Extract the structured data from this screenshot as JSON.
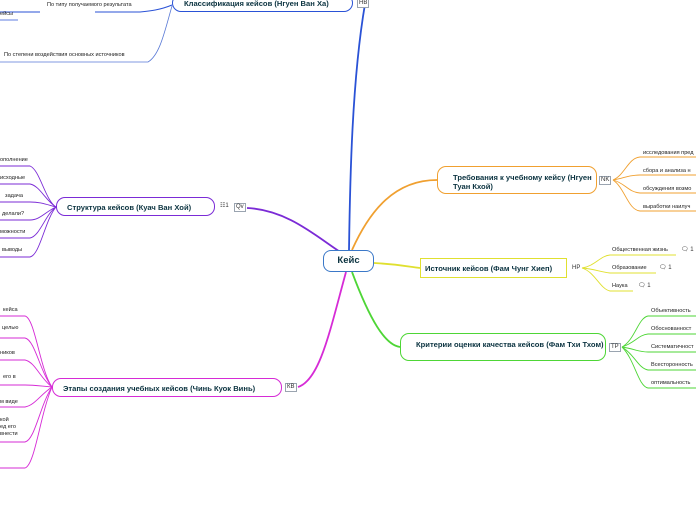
{
  "root": {
    "label": "Кейс"
  },
  "branches": {
    "classification": {
      "label": "Классификация кейсов (Нгуен Ван Ха)",
      "tag": "НВ",
      "color": "#2a52d6",
      "leaves": [
        "По типу получаемого результата",
        "ейсы",
        "По степени воздействия основных источников"
      ]
    },
    "structure": {
      "label": "Структура кейсов (Куач Ван Хой)",
      "tag": "Qv",
      "count": "1",
      "color": "#7b2bd6",
      "leaves": [
        "ополнение",
        "исходные",
        "задача",
        "делали?",
        "можности",
        "выводы"
      ]
    },
    "stages": {
      "label": "Этапы создания учебных кейсов (Чинь Куок Винь)",
      "tag": "КВ",
      "color": "#d62bd6",
      "leaves": [
        "кейса",
        "целью",
        "ников",
        "его в",
        "м виде",
        "кой\nед его\nвнести"
      ]
    },
    "requirements": {
      "label": "Требования к учебному кейсу (Нгуен Туан Кхой)",
      "tag": "NK",
      "color": "#f0a030",
      "leaves": [
        "исследования пред",
        "сбора и анализа н",
        "обсуждения возмо",
        "выработки наилуч"
      ]
    },
    "source": {
      "label": "Источник кейсов (Фам Чунг Хиеп)",
      "tag": "HP",
      "color": "#e0e030",
      "leaves": [
        {
          "label": "Общественная жизнь",
          "count": "1"
        },
        {
          "label": "Образование",
          "count": "1"
        },
        {
          "label": "Наука",
          "count": "1"
        }
      ]
    },
    "criteria": {
      "label": "Критерии оценки качества кейсов (Фам Тхи Тхом)",
      "tag": "TP",
      "color": "#4ed636",
      "leaves": [
        "Объективность",
        "Обоснованност",
        "Систематичност",
        "Всесторонность",
        "оптимальность"
      ]
    }
  }
}
